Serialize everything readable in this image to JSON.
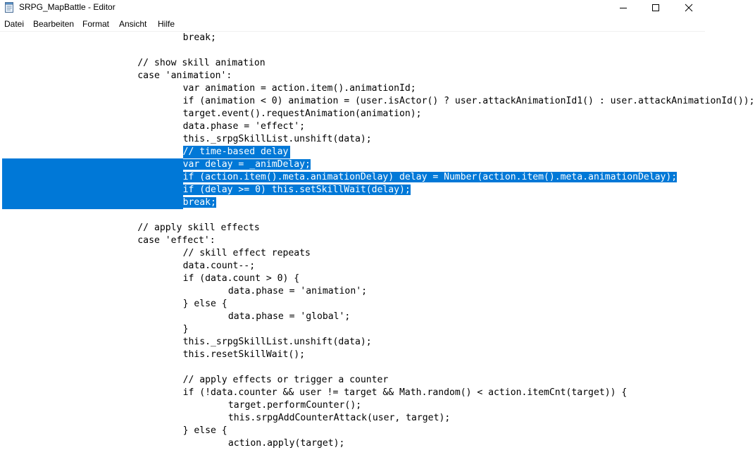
{
  "window": {
    "title": "SRPG_MapBattle - Editor",
    "controls": [
      "minimize",
      "maximize",
      "close"
    ]
  },
  "menu": [
    "Datei",
    "Bearbeiten",
    "Format",
    "Ansicht",
    "Hilfe"
  ],
  "editor": {
    "selection_color": "#0078d7",
    "lines": [
      {
        "indent": 2,
        "text": "break;"
      },
      {
        "indent": 0,
        "text": ""
      },
      {
        "indent": 1,
        "text": "// show skill animation"
      },
      {
        "indent": 1,
        "text": "case 'animation':"
      },
      {
        "indent": 2,
        "text": "var animation = action.item().animationId;"
      },
      {
        "indent": 2,
        "text": "if (animation < 0) animation = (user.isActor() ? user.attackAnimationId1() : user.attackAnimationId());"
      },
      {
        "indent": 2,
        "text": "target.event().requestAnimation(animation);"
      },
      {
        "indent": 2,
        "text": "data.phase = 'effect';"
      },
      {
        "indent": 2,
        "text": "this._srpgSkillList.unshift(data);"
      },
      {
        "indent": 2,
        "text": "// time-based delay",
        "selected": true
      },
      {
        "indent": 2,
        "text": "var delay = _animDelay;",
        "selected": true
      },
      {
        "indent": 2,
        "text": "if (action.item().meta.animationDelay) delay = Number(action.item().meta.animationDelay);",
        "selected": true
      },
      {
        "indent": 2,
        "text": "if (delay >= 0) this.setSkillWait(delay);",
        "selected": true
      },
      {
        "indent": 2,
        "text": "break;",
        "selected": true
      },
      {
        "indent": 0,
        "text": ""
      },
      {
        "indent": 1,
        "text": "// apply skill effects"
      },
      {
        "indent": 1,
        "text": "case 'effect':"
      },
      {
        "indent": 2,
        "text": "// skill effect repeats"
      },
      {
        "indent": 2,
        "text": "data.count--;"
      },
      {
        "indent": 2,
        "text": "if (data.count > 0) {"
      },
      {
        "indent": 3,
        "text": "data.phase = 'animation';"
      },
      {
        "indent": 2,
        "text": "} else {"
      },
      {
        "indent": 3,
        "text": "data.phase = 'global';"
      },
      {
        "indent": 2,
        "text": "}"
      },
      {
        "indent": 2,
        "text": "this._srpgSkillList.unshift(data);"
      },
      {
        "indent": 2,
        "text": "this.resetSkillWait();"
      },
      {
        "indent": 0,
        "text": ""
      },
      {
        "indent": 2,
        "text": "// apply effects or trigger a counter"
      },
      {
        "indent": 2,
        "text": "if (!data.counter && user != target && Math.random() < action.itemCnt(target)) {"
      },
      {
        "indent": 3,
        "text": "target.performCounter();"
      },
      {
        "indent": 3,
        "text": "this.srpgAddCounterAttack(user, target);"
      },
      {
        "indent": 2,
        "text": "} else {"
      },
      {
        "indent": 3,
        "text": "action.apply(target);"
      }
    ]
  }
}
